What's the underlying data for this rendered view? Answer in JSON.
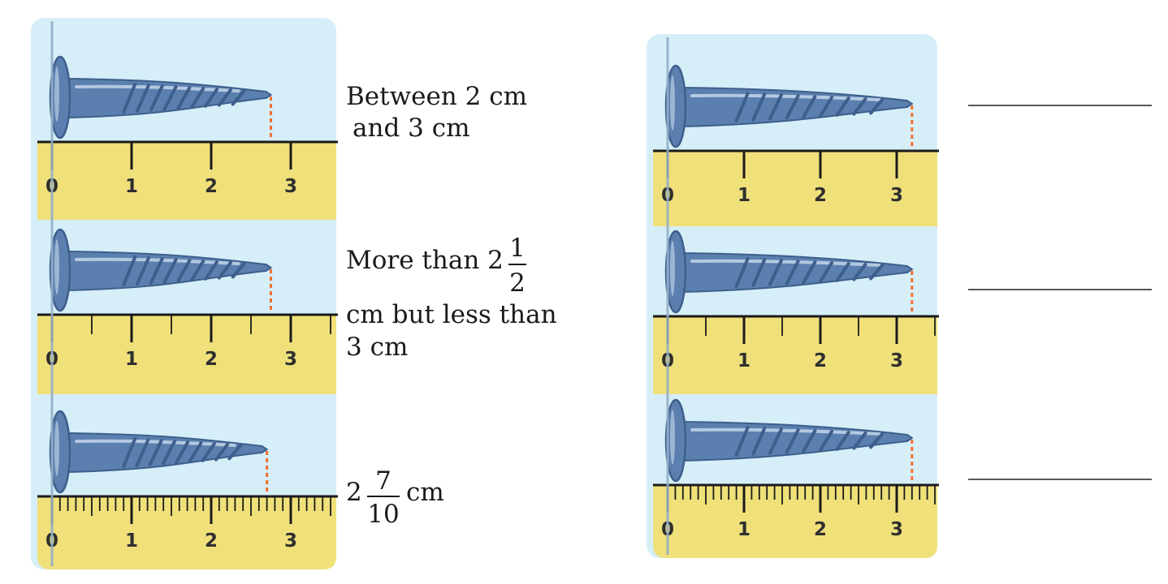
{
  "colors": {
    "panel_bg": "#d6eef8",
    "ruler": "#efe07a",
    "nail": "#5b7fae",
    "nail_dark": "#3d5f8c",
    "nail_light": "#c9dbee",
    "edge_line": "#f07030",
    "zero_line": "#93afc8",
    "ink": "#1a1a1a"
  },
  "panels": [
    {
      "rows": [
        {
          "ruler": {
            "tick_labels": [
              "0",
              "1",
              "2",
              "3"
            ],
            "divisions_per_cm": 1
          },
          "nail_length_cm": 2.75,
          "answer": {
            "line1": "Between 2 cm",
            "line2": "and 3 cm"
          }
        },
        {
          "ruler": {
            "tick_labels": [
              "0",
              "1",
              "2",
              "3"
            ],
            "divisions_per_cm": 2
          },
          "nail_length_cm": 2.75,
          "answer": {
            "prefix": "More than 2",
            "frac_num": "1",
            "frac_den": "2",
            "line2": "cm but less than",
            "line3": "3 cm"
          }
        },
        {
          "ruler": {
            "tick_labels": [
              "0",
              "1",
              "2",
              "3"
            ],
            "divisions_per_cm": 10
          },
          "nail_length_cm": 2.7,
          "answer": {
            "whole": "2",
            "frac_num": "7",
            "frac_den": "10",
            "unit": "cm"
          }
        }
      ]
    },
    {
      "rows": [
        {
          "ruler": {
            "tick_labels": [
              "0",
              "1",
              "2",
              "3"
            ],
            "divisions_per_cm": 1
          },
          "nail_length_cm": 3.2,
          "answer_blank": true
        },
        {
          "ruler": {
            "tick_labels": [
              "0",
              "1",
              "2",
              "3"
            ],
            "divisions_per_cm": 2
          },
          "nail_length_cm": 3.2,
          "answer_blank": true
        },
        {
          "ruler": {
            "tick_labels": [
              "0",
              "1",
              "2",
              "3"
            ],
            "divisions_per_cm": 10
          },
          "nail_length_cm": 3.2,
          "answer_blank": true
        }
      ]
    }
  ]
}
